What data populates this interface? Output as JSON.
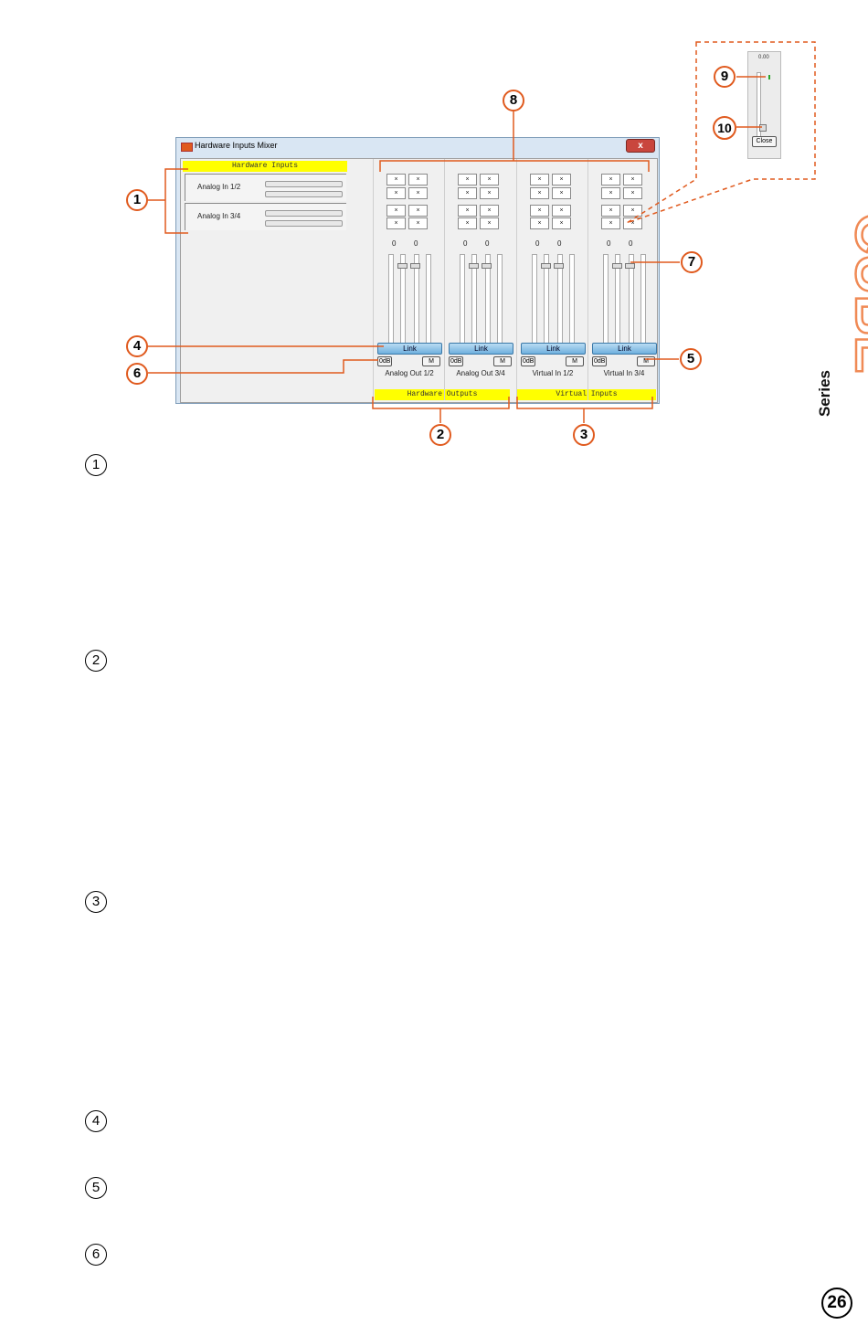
{
  "window": {
    "title": "Hardware Inputs Mixer",
    "close_label": "x"
  },
  "hardware_inputs": {
    "label": "Hardware Inputs",
    "rows": [
      "Analog In 1/2",
      "Analog In 3/4"
    ]
  },
  "strips": [
    {
      "name": "Analog Out 1/2",
      "matrix": [
        "×",
        "×",
        "×",
        "×",
        "×",
        "×",
        "×",
        "×"
      ],
      "levels": [
        "0",
        "0"
      ],
      "link": "Link",
      "zero_db": "0dB",
      "mute": "M"
    },
    {
      "name": "Analog Out 3/4",
      "matrix": [
        "×",
        "×",
        "×",
        "×",
        "×",
        "×",
        "×",
        "×"
      ],
      "levels": [
        "0",
        "0"
      ],
      "link": "Link",
      "zero_db": "0dB",
      "mute": "M"
    },
    {
      "name": "Virtual In 1/2",
      "matrix": [
        "×",
        "×",
        "×",
        "×",
        "×",
        "×",
        "×",
        "×"
      ],
      "levels": [
        "0",
        "0"
      ],
      "link": "Link",
      "zero_db": "0dB",
      "mute": "M"
    },
    {
      "name": "Virtual In 3/4",
      "matrix": [
        "×",
        "×",
        "×",
        "×",
        "×",
        "×",
        "×",
        "×"
      ],
      "levels": [
        "0",
        "0"
      ],
      "link": "Link",
      "zero_db": "0dB",
      "mute": "M"
    }
  ],
  "group_labels": {
    "hardware_outputs": "Hardware Outputs",
    "virtual_inputs": "Virtual Inputs"
  },
  "inset": {
    "title": "0.00",
    "close_label": "Close"
  },
  "callouts": [
    "1",
    "2",
    "3",
    "4",
    "5",
    "6",
    "7",
    "8",
    "9",
    "10"
  ],
  "list_markers": [
    "1",
    "2",
    "3",
    "4",
    "5",
    "6"
  ],
  "brand": {
    "logo_text": "CUBE",
    "series": "Series"
  },
  "page_number": "26",
  "colors": {
    "accent": "#e05a1e",
    "label_bar": "#ffff00",
    "link_button": "#6fb0de"
  }
}
